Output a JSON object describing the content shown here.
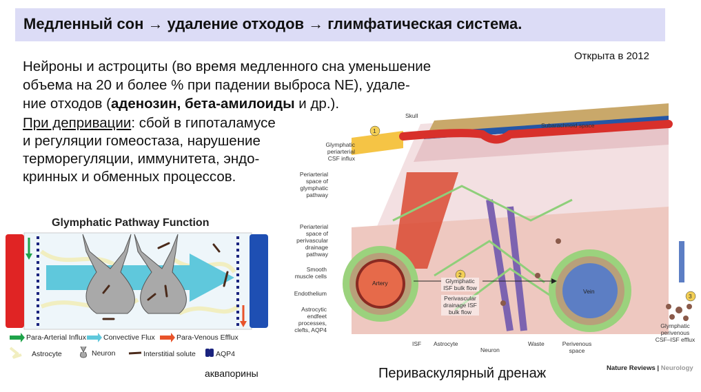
{
  "title": "Медленный сон → удаление отходов → глимфатическая система.",
  "opened": "Открыта в 2012",
  "text": {
    "l1": "Нейроны и астроциты (во время медленного сна уменьшение",
    "l2": "объема на 20 и более % при падении выброса NE), удале-",
    "l3a": "ние отходов (",
    "l3b": "аденозин, бета-амилоиды",
    "l3c": " и др.).",
    "l4a": "При депривации",
    "l4b": ": сбой в гипоталамусе",
    "l5": "и регуляции гомеостаза, нарушение",
    "l6": "терморегуляции, иммунитета, эндо-",
    "l7": "кринных и обменных процессов."
  },
  "left_diagram": {
    "title": "Glymphatic Pathway Function",
    "legend": [
      "Para-Arterial Influx",
      "Convective Flux",
      "Para-Venous Efflux",
      "Astrocyte",
      "Neuron",
      "Interstitial solute",
      "AQP4"
    ],
    "caption": "аквапорины"
  },
  "right_diagram": {
    "labels": {
      "skull": "Skull",
      "subarachnoid": "Subarachnoid space",
      "influx": "Glymphatic periarterial CSF influx",
      "peri_glym": "Periarterial space of glymphatic pathway",
      "peri_drain": "Periarterial space of perivascular drainage pathway",
      "smooth": "Smooth muscle cells",
      "endo": "Endothelium",
      "endfeet": "Astrocytic endfeet processes, clefts, AQP4",
      "artery": "Artery",
      "vein": "Vein",
      "isf_flow": "Glymphatic ISF bulk flow",
      "drain_flow": "Perivascular drainage ISF bulk flow",
      "isf": "ISF",
      "astrocyte": "Astrocyte",
      "neuron": "Neuron",
      "waste": "Waste",
      "perivenous": "Perivenous space",
      "efflux": "Glymphatic perivenous CSF–ISF efflux",
      "n1": "1",
      "n2": "2",
      "n3": "3"
    },
    "credit_a": "Nature Reviews",
    "credit_sep": " | ",
    "credit_b": "Neurology",
    "caption": "Периваскулярный дренаж"
  }
}
